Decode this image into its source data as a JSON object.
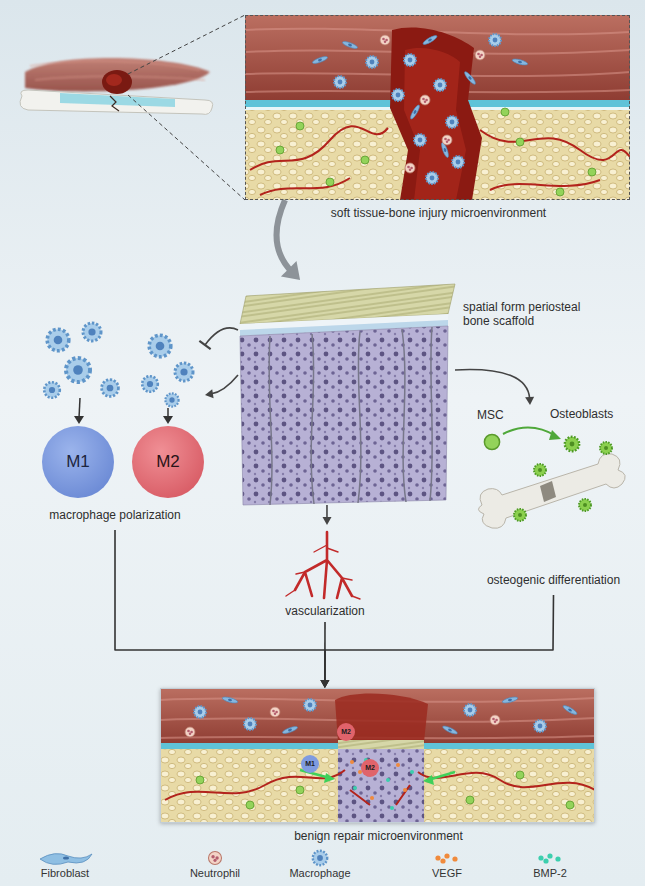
{
  "diagram": {
    "nodes": [
      {
        "text": [
          "soft tissue-bone injury microenvironment"
        ]
      },
      {
        "text": [
          "spatial form periosteal bone scaffold"
        ]
      },
      {
        "text": [
          "macrophage polarization"
        ]
      },
      {
        "text": [
          "M1"
        ],
        "in": 2
      },
      {
        "text": [
          "M2"
        ],
        "in": 2
      },
      {
        "text": [
          "vascularization"
        ]
      },
      {
        "text": [
          "MSC",
          "Osteoblasts",
          "osteogenic differentiation"
        ]
      },
      {
        "text": [
          "benign repair microenvironment"
        ]
      },
      {
        "text": [
          "M2"
        ],
        "in": 7
      },
      {
        "text": [
          "M1"
        ],
        "in": 7
      },
      {
        "text": [
          "M2"
        ],
        "in": 7
      }
    ],
    "edges": [
      {
        "from": 0,
        "to": 1,
        "arrow": "to"
      },
      {
        "from": 1,
        "to": 2,
        "arrow": "none"
      },
      {
        "from": 1,
        "to": 2,
        "arrow": "to"
      },
      {
        "from": 1,
        "to": 5,
        "arrow": "to"
      },
      {
        "from": 1,
        "to": 6,
        "arrow": "to"
      },
      {
        "from": 2,
        "to": 7,
        "arrow": "to"
      },
      {
        "from": 5,
        "to": 7,
        "arrow": "to"
      },
      {
        "from": 6,
        "to": 7,
        "arrow": "to"
      }
    ],
    "legend": [
      {
        "text": "Fibroblast"
      },
      {
        "text": "Neutrophil"
      },
      {
        "text": "Macrophage"
      },
      {
        "text": "VEGF",
        "color": "#f08a3c"
      },
      {
        "text": "BMP-2",
        "color": "#3ccfae"
      }
    ]
  }
}
